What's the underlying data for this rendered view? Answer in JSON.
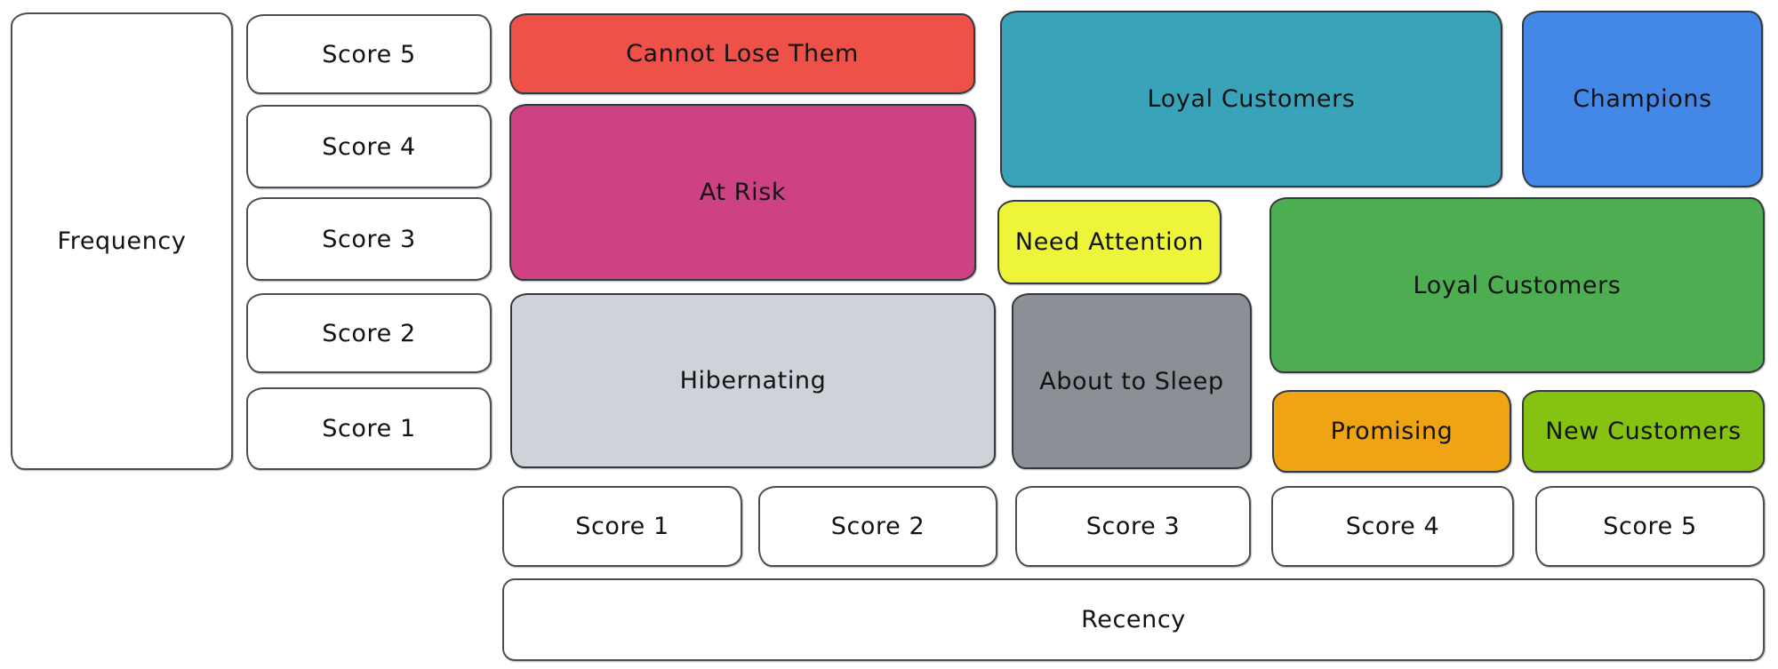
{
  "diagram": {
    "type": "rfm-segmentation-matrix",
    "palette": {
      "outline": "#3c4046",
      "text": "#121212",
      "axis_box_bg": "#ffffff"
    },
    "y_axis": {
      "title": "Frequency",
      "scores": [
        "Score 5",
        "Score 4",
        "Score 3",
        "Score 2",
        "Score 1"
      ]
    },
    "x_axis": {
      "title": "Recency",
      "scores": [
        "Score 1",
        "Score 2",
        "Score 3",
        "Score 4",
        "Score 5"
      ]
    },
    "segments": [
      {
        "label": "Cannot Lose Them",
        "color": "#ee5148",
        "recency": "1-2",
        "frequency": "5"
      },
      {
        "label": "At Risk",
        "color": "#ce4183",
        "recency": "1-2",
        "frequency": "3-4"
      },
      {
        "label": "Hibernating",
        "color": "#ced3da",
        "recency": "1-2",
        "frequency": "1-2"
      },
      {
        "label": "Loyal Customers",
        "color": "#39a3ba",
        "recency": "3-4",
        "frequency": "4-5"
      },
      {
        "label": "Champions",
        "color": "#4387e7",
        "recency": "5",
        "frequency": "4-5"
      },
      {
        "label": "Need Attention",
        "color": "#edf43a",
        "recency": "3",
        "frequency": "3"
      },
      {
        "label": "About to Sleep",
        "color": "#8a9096",
        "recency": "3",
        "frequency": "1-2"
      },
      {
        "label": "Loyal Customers",
        "color": "#4cae50",
        "recency": "4-5",
        "frequency": "2-3"
      },
      {
        "label": "Promising",
        "color": "#efa513",
        "recency": "4",
        "frequency": "1"
      },
      {
        "label": "New Customers",
        "color": "#85c211",
        "recency": "5",
        "frequency": "1"
      }
    ]
  }
}
